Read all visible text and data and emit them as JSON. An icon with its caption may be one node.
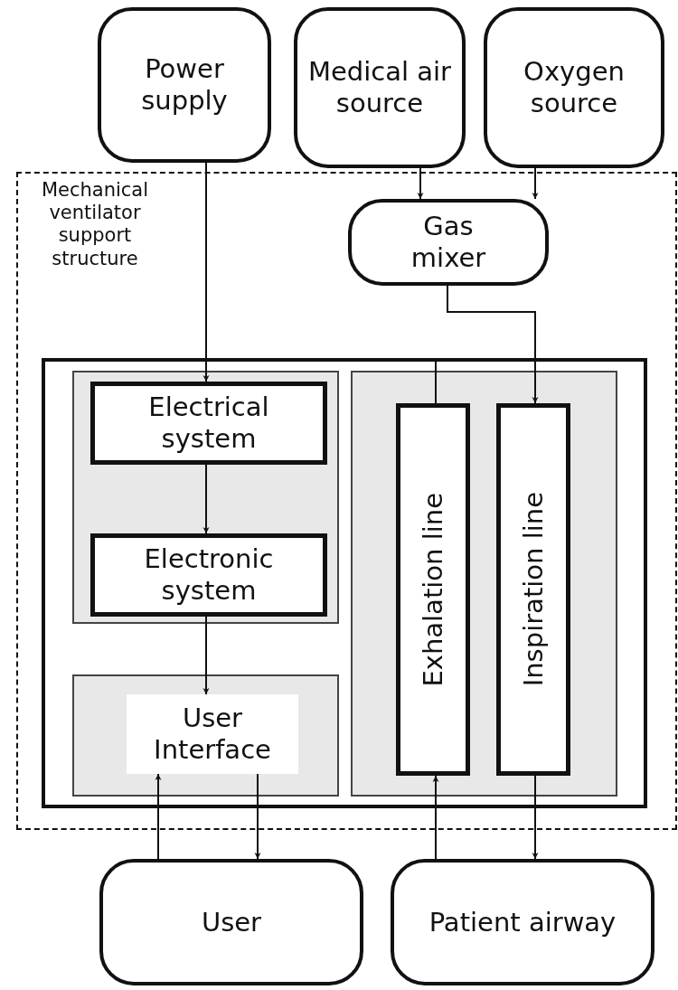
{
  "diagram": {
    "nodes": [
      {
        "text": [
          "Power supply"
        ]
      },
      {
        "text": [
          "Medical air source"
        ]
      },
      {
        "text": [
          "Oxygen source"
        ]
      },
      {
        "text": [
          "Mechanical ventilator support structure"
        ]
      },
      {
        "text": [
          "Gas mixer"
        ],
        "in": 3
      },
      {
        "text": [],
        "shape": "box",
        "in": 3
      },
      {
        "text": [],
        "shape": "box",
        "in": 5
      },
      {
        "text": [
          "Electrical system"
        ],
        "in": 6
      },
      {
        "text": [
          "Electronic system"
        ],
        "in": 6
      },
      {
        "text": [],
        "shape": "box",
        "in": 5
      },
      {
        "text": [
          "User Interface"
        ],
        "in": 9
      },
      {
        "text": [],
        "shape": "box",
        "in": 5
      },
      {
        "text": [
          "Exhalation line"
        ],
        "in": 11
      },
      {
        "text": [
          "Inspiration line"
        ],
        "in": 11
      },
      {
        "text": [
          "User"
        ]
      },
      {
        "text": [
          "Patient airway"
        ]
      }
    ],
    "edges": [
      {
        "from": 0,
        "to": 7,
        "arrow": "to"
      },
      {
        "from": 1,
        "to": 4,
        "arrow": "to"
      },
      {
        "from": 2,
        "to": 4,
        "arrow": "to"
      },
      {
        "from": 4,
        "to": 13,
        "arrow": "to"
      },
      {
        "from": 12,
        "to": 5,
        "arrow": "none"
      },
      {
        "from": 7,
        "to": 8,
        "arrow": "to"
      },
      {
        "from": 8,
        "to": 10,
        "arrow": "to"
      },
      {
        "from": 14,
        "to": 10,
        "arrow": "to"
      },
      {
        "from": 10,
        "to": 14,
        "arrow": "to"
      },
      {
        "from": 15,
        "to": 12,
        "arrow": "to"
      },
      {
        "from": 13,
        "to": 15,
        "arrow": "to"
      }
    ]
  }
}
